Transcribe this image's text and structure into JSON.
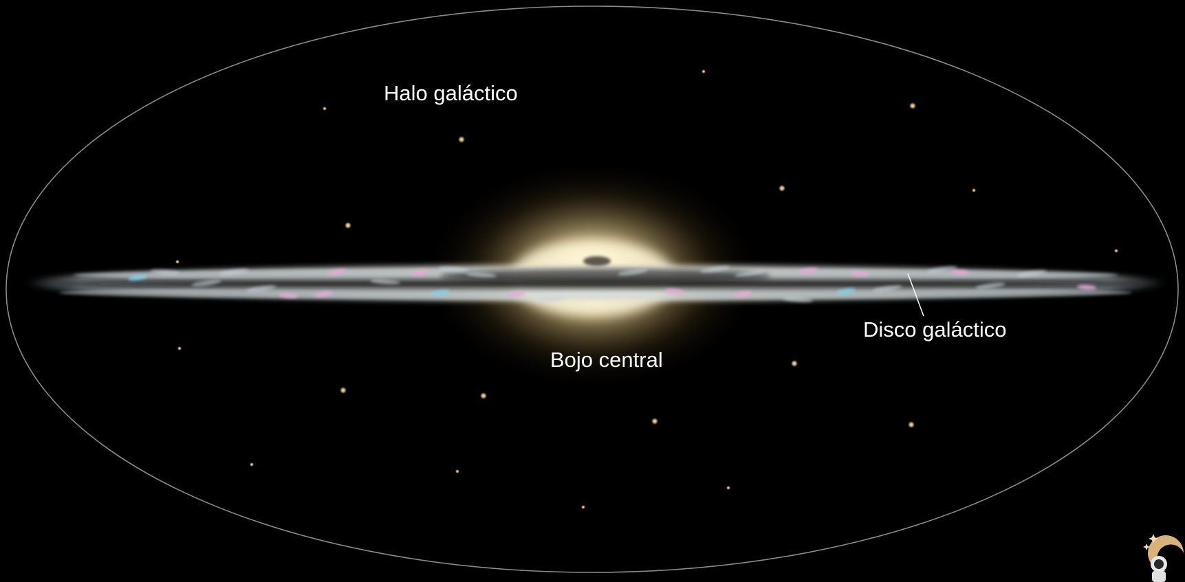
{
  "labels": {
    "halo": "Halo galáctico",
    "bulge": "Bojo central",
    "disk": "Disco galáctico"
  },
  "colors": {
    "background": "#000000",
    "halo_outline": "#8a8a8a",
    "bulge_core": "#fffbe8",
    "bulge_glow": "#f2d795",
    "halo_stars": "#e9c27d",
    "disk_gas": "#c8d4dc",
    "star_forming_regions": "#e8a9d8",
    "young_stars": "#7fd3f0",
    "dust_lane": "#0d0d0b",
    "label_text": "#ffffff"
  },
  "components": {
    "halo": "halo-ellipse",
    "bulge": "central-bulge-glow",
    "disk": "galactic-disk-band",
    "stars": "halo-star-dot",
    "logo": "astronaut-logo-icon"
  }
}
